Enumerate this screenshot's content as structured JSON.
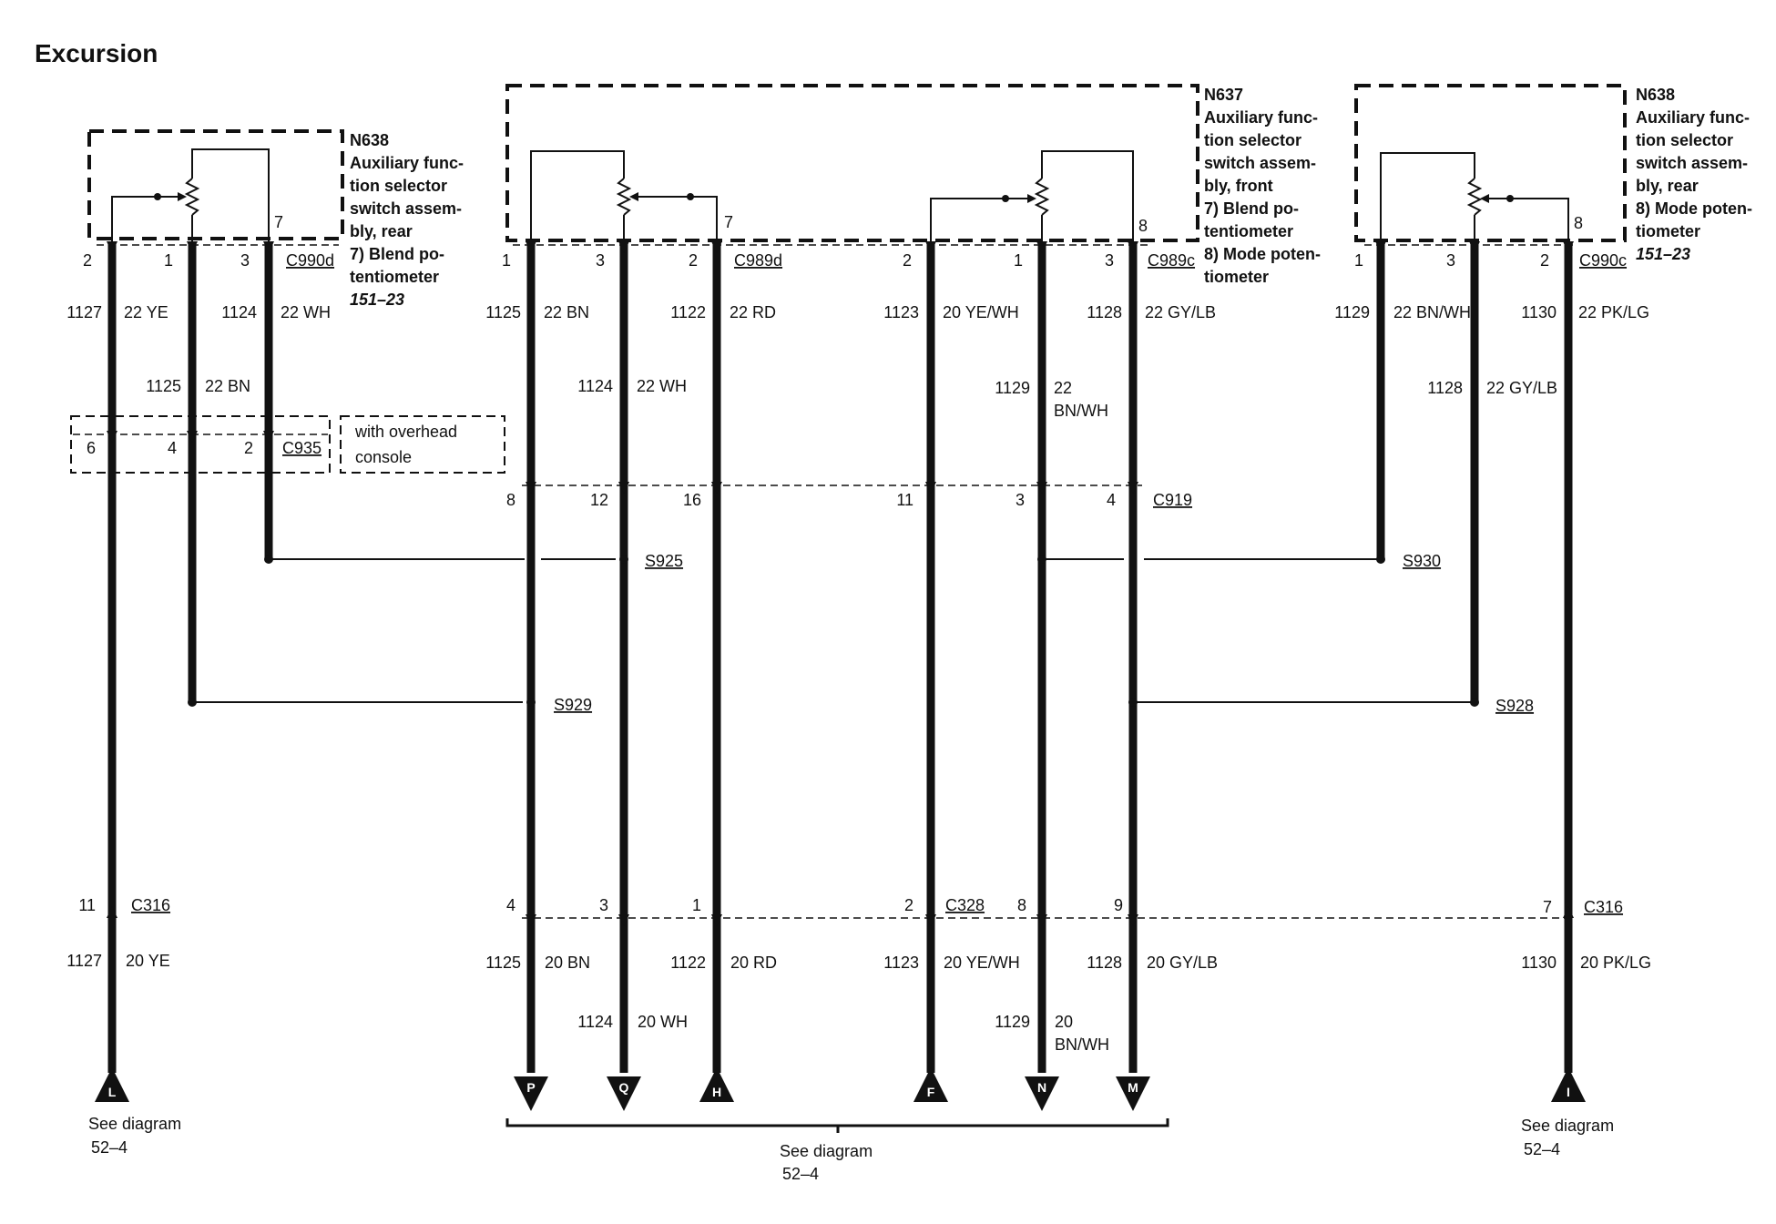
{
  "title": "Excursion",
  "modules": {
    "rear": {
      "code": "N638",
      "lines": [
        "Auxiliary func-",
        "tion selector",
        "switch assem-",
        "bly, rear",
        "7)   Blend po-",
        "      tentiometer"
      ],
      "ref": "151–23"
    },
    "front": {
      "code": "N637",
      "lines": [
        "Auxiliary func-",
        "tion selector",
        "switch assem-",
        "bly, front",
        "7)   Blend po-",
        "      tentiometer",
        "8)   Mode poten-",
        "      tiometer"
      ]
    },
    "right": {
      "code": "N638",
      "lines": [
        "Auxiliary func-",
        "tion selector",
        "switch assem-",
        "bly, rear",
        "8)   Mode poten-",
        "      tiometer"
      ],
      "ref": "151–23"
    }
  },
  "connectors": {
    "c990d": "C990d",
    "c989d": "C989d",
    "c989c": "C989c",
    "c990c": "C990c",
    "c935": "C935",
    "c919": "C919",
    "c316_left": "C316",
    "c328": "C328",
    "c316_right": "C316"
  },
  "overhead_note": [
    "with overhead",
    "console"
  ],
  "splices": {
    "s925": "S925",
    "s929": "S929",
    "s930": "S930",
    "s928": "S928"
  },
  "pins": {
    "c990d": [
      "2",
      "1",
      "3"
    ],
    "rear_internal": "7",
    "c989d": [
      "1",
      "3",
      "2",
      "2",
      "1",
      "3"
    ],
    "front_internal": [
      "7",
      "8"
    ],
    "c990c": [
      "1",
      "3",
      "2"
    ],
    "right_internal": "8",
    "c935": [
      "6",
      "4",
      "2"
    ],
    "c919": [
      "8",
      "12",
      "16",
      "11",
      "3",
      "4"
    ],
    "c316_left": "11",
    "c328": [
      "4",
      "3",
      "1",
      "2",
      "8",
      "9"
    ],
    "c316_right": "7"
  },
  "wires_upper": [
    {
      "circuit": "1127",
      "color": "22 YE"
    },
    {
      "circuit": "1124",
      "color": "22 WH"
    },
    {
      "circuit": "1125",
      "color": "22 BN"
    },
    {
      "circuit": "1125",
      "color": "22 BN"
    },
    {
      "circuit": "1122",
      "color": "22 RD"
    },
    {
      "circuit": "1124",
      "color": "22 WH"
    },
    {
      "circuit": "1123",
      "color": "20 YE/WH"
    },
    {
      "circuit": "1128",
      "color": "22 GY/LB"
    },
    {
      "circuit": "1129",
      "color": "22"
    },
    {
      "circuit": "",
      "color": "BN/WH"
    },
    {
      "circuit": "1129",
      "color": "22 BN/WH"
    },
    {
      "circuit": "1130",
      "color": "22 PK/LG"
    },
    {
      "circuit": "1128",
      "color": "22 GY/LB"
    }
  ],
  "wires_lower": [
    {
      "circuit": "1127",
      "color": "20 YE"
    },
    {
      "circuit": "1125",
      "color": "20 BN"
    },
    {
      "circuit": "1122",
      "color": "20 RD"
    },
    {
      "circuit": "1123",
      "color": "20 YE/WH"
    },
    {
      "circuit": "1128",
      "color": "20 GY/LB"
    },
    {
      "circuit": "1124",
      "color": "20 WH"
    },
    {
      "circuit": "1129",
      "color": "20"
    },
    {
      "circuit": "",
      "color": "BN/WH"
    },
    {
      "circuit": "1130",
      "color": "20 PK/LG"
    }
  ],
  "terminals": [
    "L",
    "P",
    "Q",
    "H",
    "F",
    "N",
    "M",
    "I"
  ],
  "refs": {
    "left": [
      "See diagram",
      "52–4"
    ],
    "center": [
      "See diagram",
      "52–4"
    ],
    "right": [
      "See diagram",
      "52–4"
    ]
  }
}
